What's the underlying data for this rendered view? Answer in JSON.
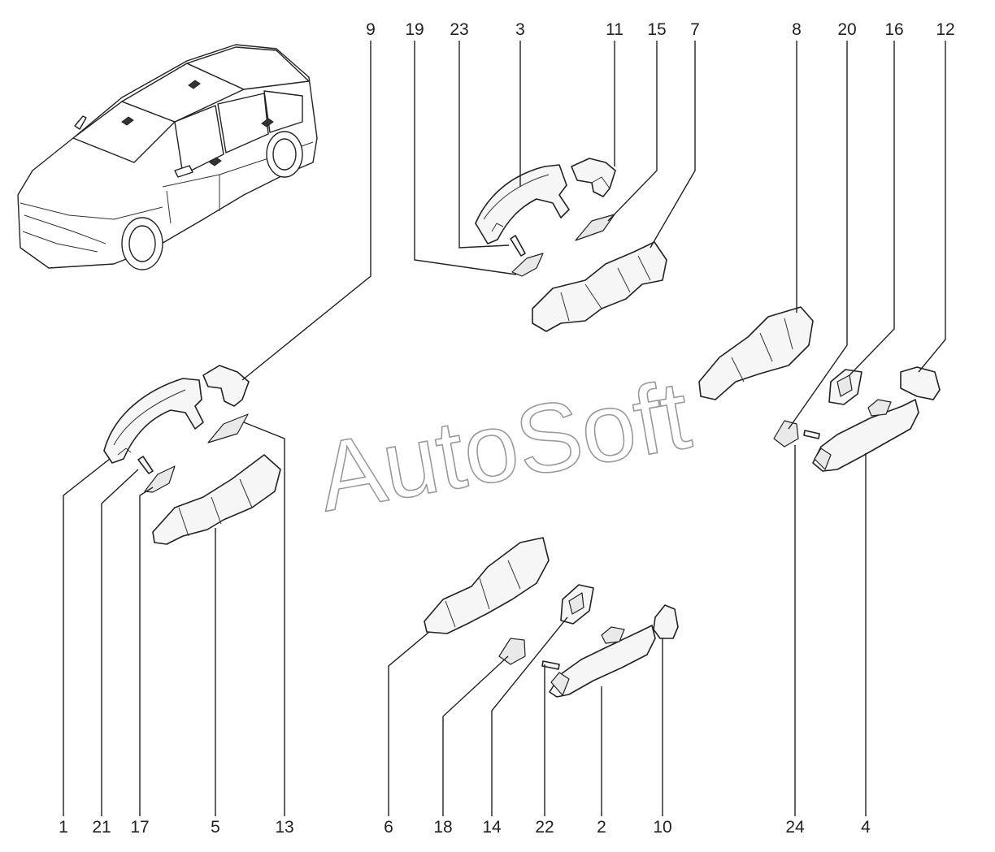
{
  "watermark": "AutoSoft",
  "callouts_top": [
    "9",
    "19",
    "23",
    "3",
    "11",
    "15",
    "7",
    "8",
    "20",
    "16",
    "12"
  ],
  "callouts_bottom": [
    "1",
    "21",
    "17",
    "5",
    "13",
    "6",
    "18",
    "14",
    "22",
    "2",
    "10",
    "24",
    "4"
  ]
}
